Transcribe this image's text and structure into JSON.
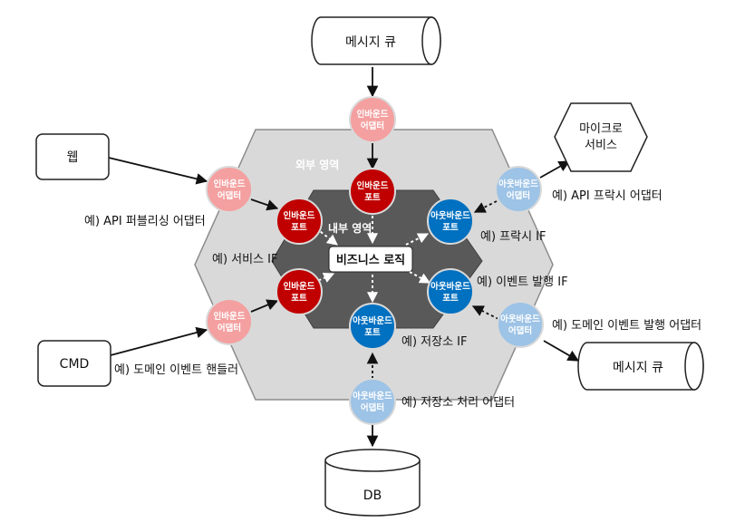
{
  "regions": {
    "outer": "외부 영역",
    "inner": "내부 영역"
  },
  "core": "비즈니스 로직",
  "externals": {
    "mq_top": "메시지 큐",
    "web": "웹",
    "micro_line1": "마이크로",
    "micro_line2": "서비스",
    "cmd": "CMD",
    "mq_right": "메시지 큐",
    "db": "DB"
  },
  "nodes": {
    "inbound_adapter_line1": "인바운드",
    "inbound_adapter_line2": "어댑터",
    "inbound_port_line1": "인바운드",
    "inbound_port_line2": "포트",
    "outbound_adapter_line1": "아웃바운드",
    "outbound_adapter_line2": "어댑터",
    "outbound_port_line1": "아웃바운드",
    "outbound_port_line2": "포트"
  },
  "labels": {
    "api_publishing_adapter": "예) API 퍼블리싱 어댑터",
    "service_if": "예) 서비스 IF",
    "domain_event_handler": "예) 도메인 이벤트 핸들러",
    "api_proxy_adapter": "예) API 프락시 어댑터",
    "proxy_if": "예) 프락시 IF",
    "event_publish_if": "예) 이벤트 발행 IF",
    "domain_event_publish_adapter": "예) 도메인 이벤트 발행 어댑터",
    "repository_if": "예) 저장소 IF",
    "repository_adapter": "예) 저장소 처리 어댑터"
  },
  "colors": {
    "inbound_adapter": "#f4a0a0",
    "inbound_port": "#c00000",
    "outbound_adapter": "#9dc3e6",
    "outbound_port": "#0070c0",
    "outer_hex": "#d9d9d9",
    "inner_hex": "#595959"
  }
}
